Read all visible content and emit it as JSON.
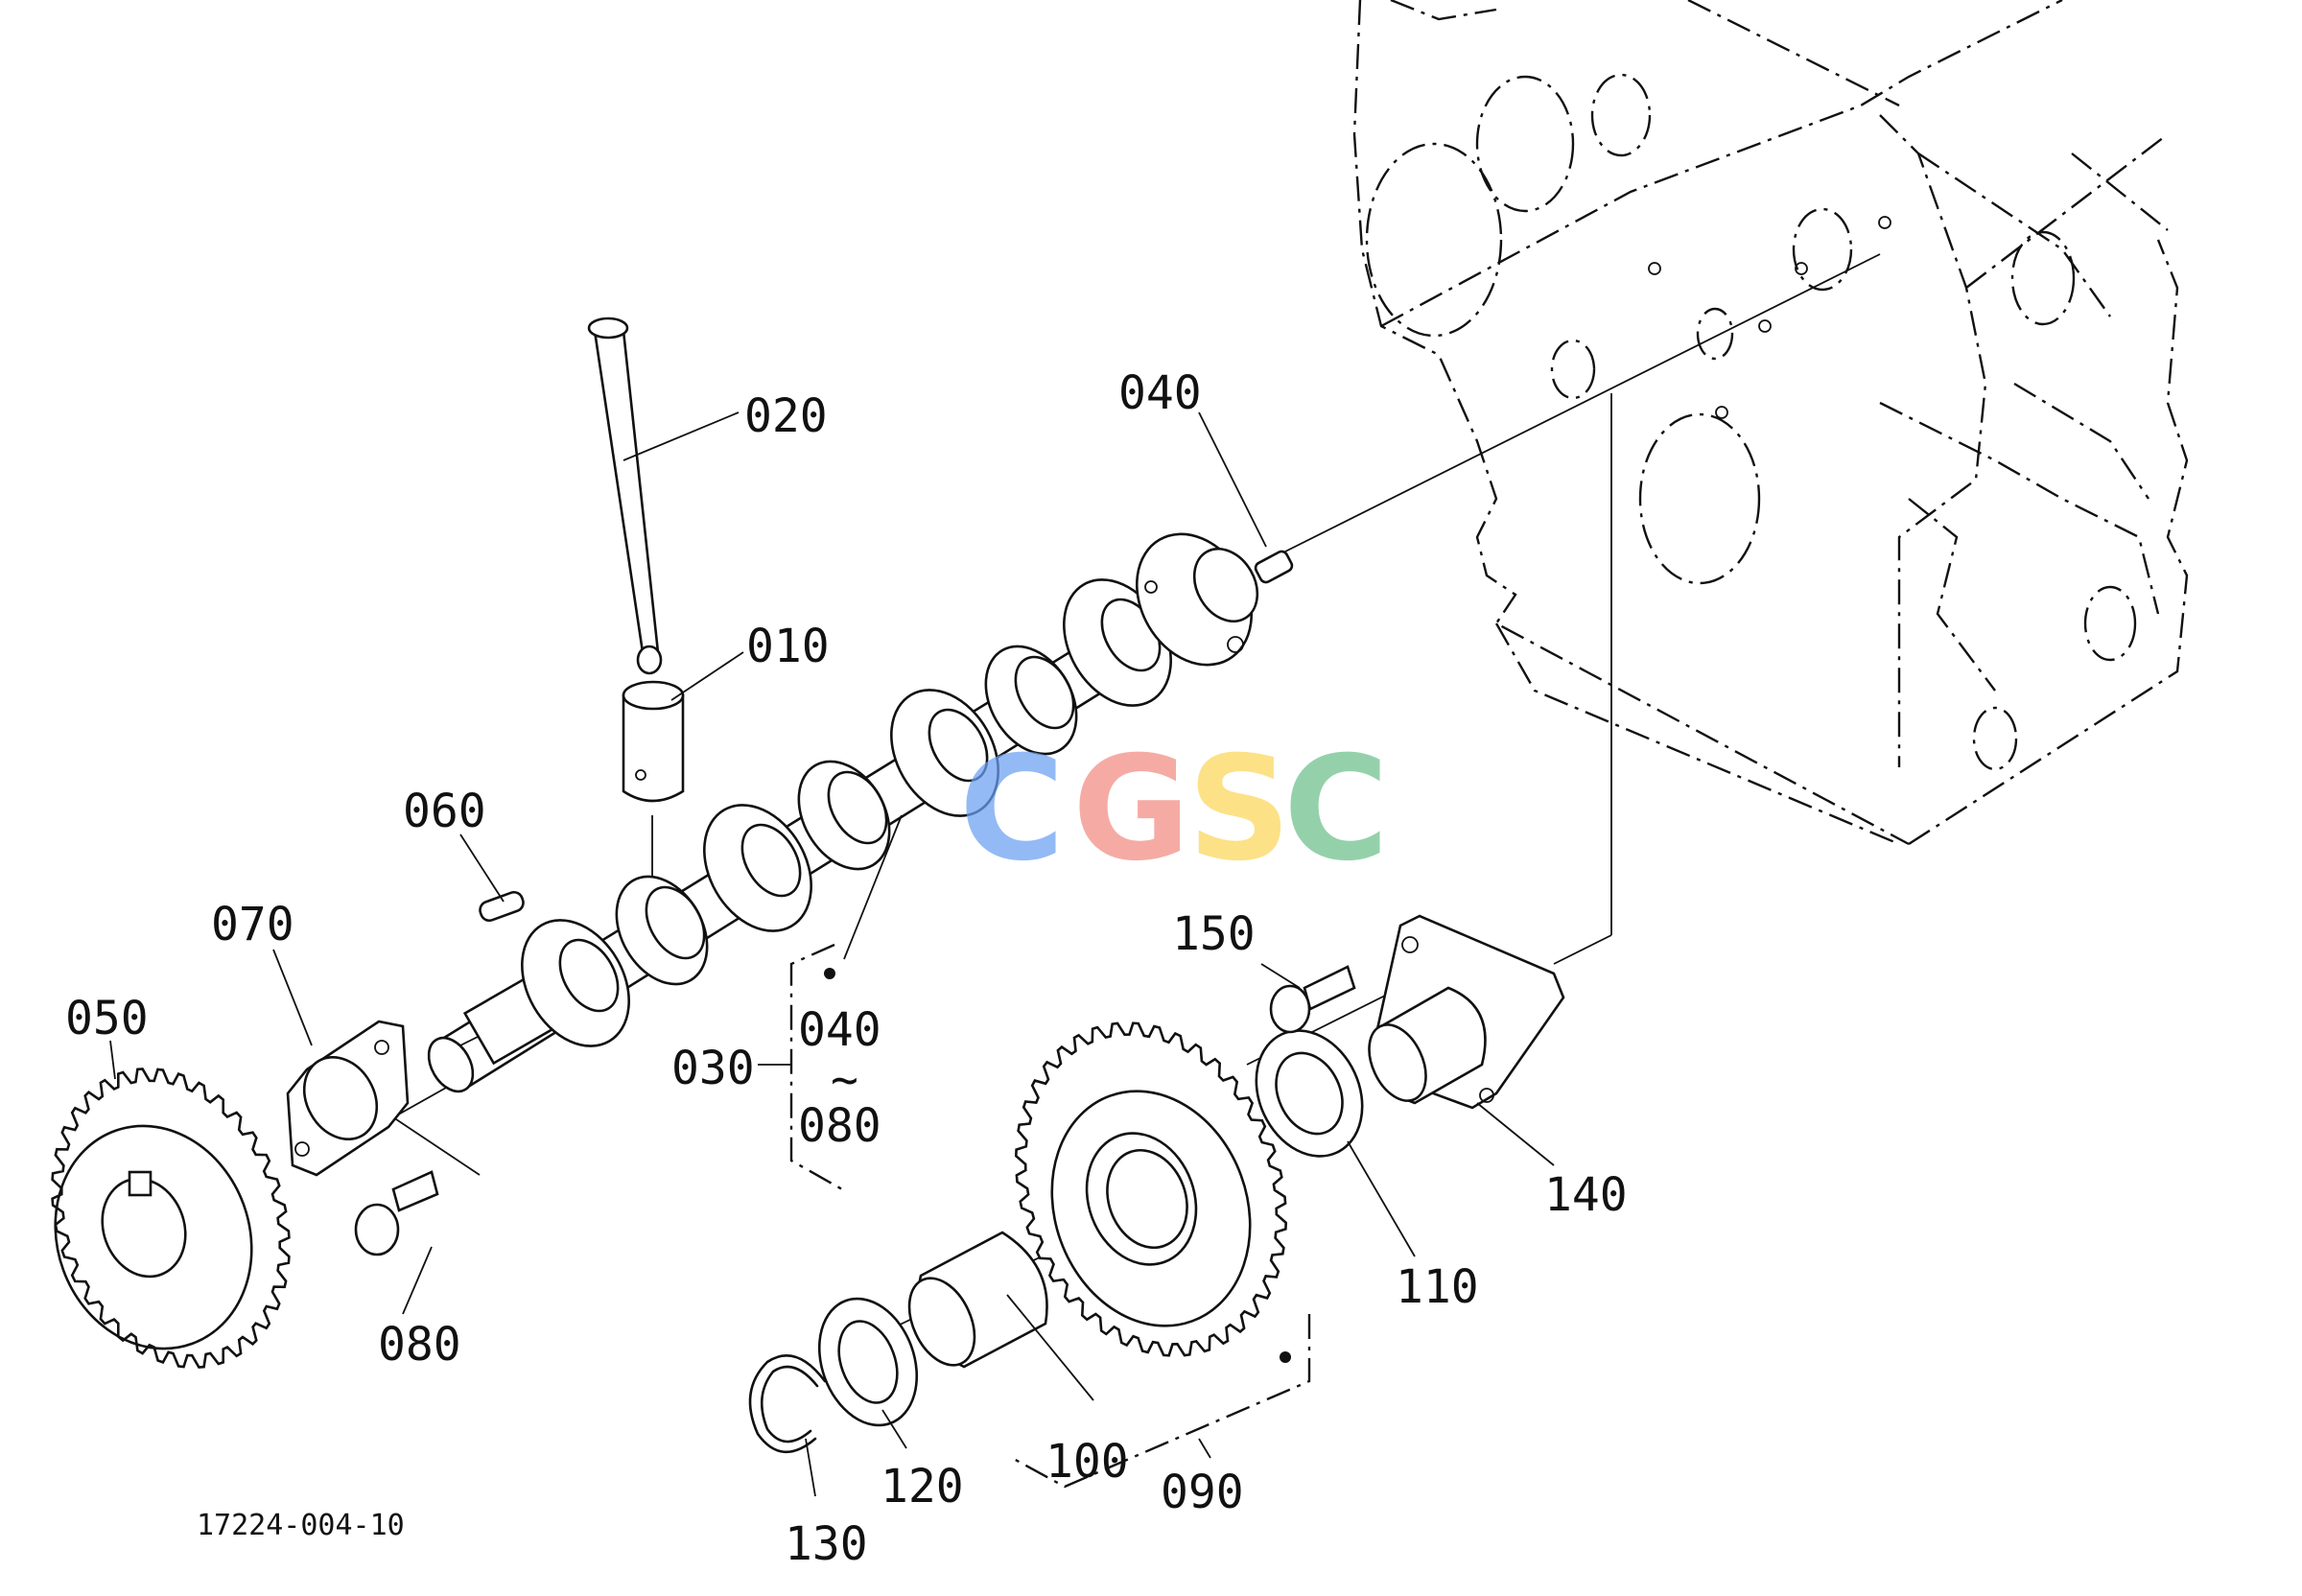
{
  "drawing_code": "17224-004-10",
  "watermark": {
    "letters": [
      "C",
      "G",
      "S",
      "C"
    ],
    "colors": [
      "#6aa0f2",
      "#f28b82",
      "#fbd65a",
      "#6cc08b"
    ]
  },
  "callouts": {
    "p010": "010",
    "p020": "020",
    "p030": "030",
    "p040": "040",
    "p050": "050",
    "p060": "060",
    "p070": "070",
    "p080": "080",
    "p090": "090",
    "p100": "100",
    "p110": "110",
    "p120": "120",
    "p130": "130",
    "p140": "140",
    "p150": "150"
  },
  "range_bracket": {
    "from": "040",
    "tilde": "~",
    "to": "080"
  }
}
